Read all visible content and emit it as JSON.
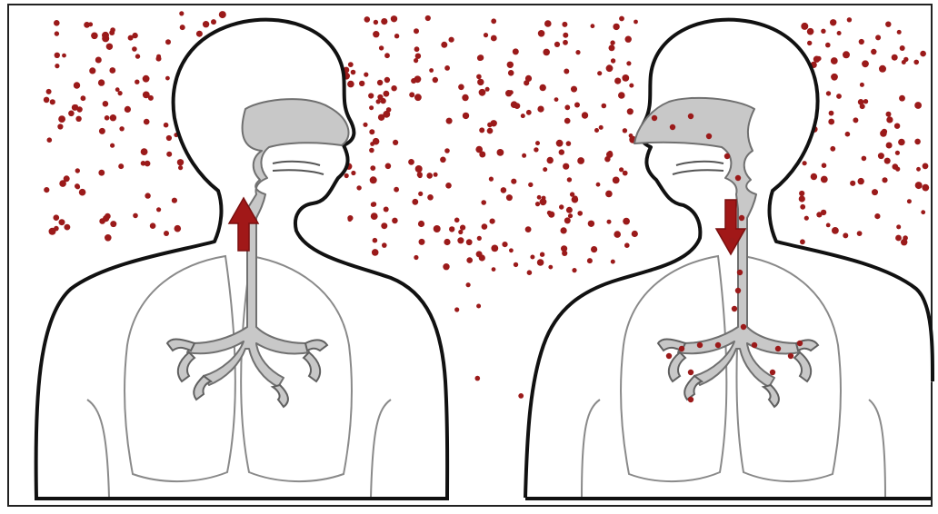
{
  "figure": {
    "panels": [
      {
        "id": "exhaling-person",
        "flow": "outward",
        "particles_in_airway": false
      },
      {
        "id": "inhaling-person",
        "flow": "inward",
        "particles_in_airway": true
      }
    ]
  },
  "colors": {
    "background": "#ffffff",
    "outline": "#111111",
    "airway_fill": "#c8c8c8",
    "airway_stroke": "#707070",
    "lung_outline": "#8a8a8a",
    "particle": "#9b1a1a",
    "arrow": "#a11818",
    "frame": "#222222"
  },
  "icons": {
    "exhale_arrow": "up-arrow",
    "inhale_arrow": "down-arrow",
    "particle": "dot"
  }
}
